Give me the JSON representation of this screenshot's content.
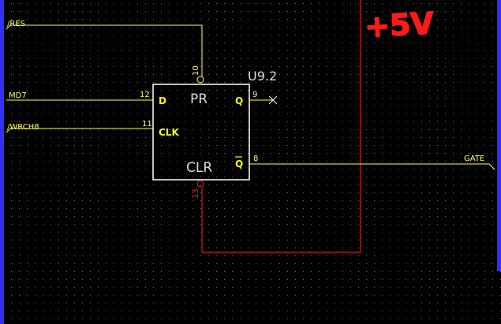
{
  "schematic": {
    "component": {
      "refdes": "U9.2",
      "preset_label": "PR",
      "clear_label": "CLR",
      "pins": {
        "d": {
          "label": "D",
          "number": "12"
        },
        "clk": {
          "label": "CLK",
          "number": "11"
        },
        "q": {
          "label": "Q",
          "number": "9"
        },
        "qbar": {
          "label": "Q",
          "number": "8"
        },
        "pr": {
          "number": "10"
        },
        "clr": {
          "number": "13"
        }
      }
    },
    "nets": {
      "res": "/RES",
      "md7": "MD7",
      "wrch8": "/WRCH8",
      "gate": "GATE"
    },
    "annotation": "+5V",
    "colors": {
      "background": "#000000",
      "grid_dot": "#6a6a6a",
      "wire": "#ffff60",
      "power_wire": "#ff2020",
      "body": "#ffffff",
      "pin_label": "#ffff00",
      "annotation": "#ff1a1a",
      "border": "#3030ff"
    }
  }
}
